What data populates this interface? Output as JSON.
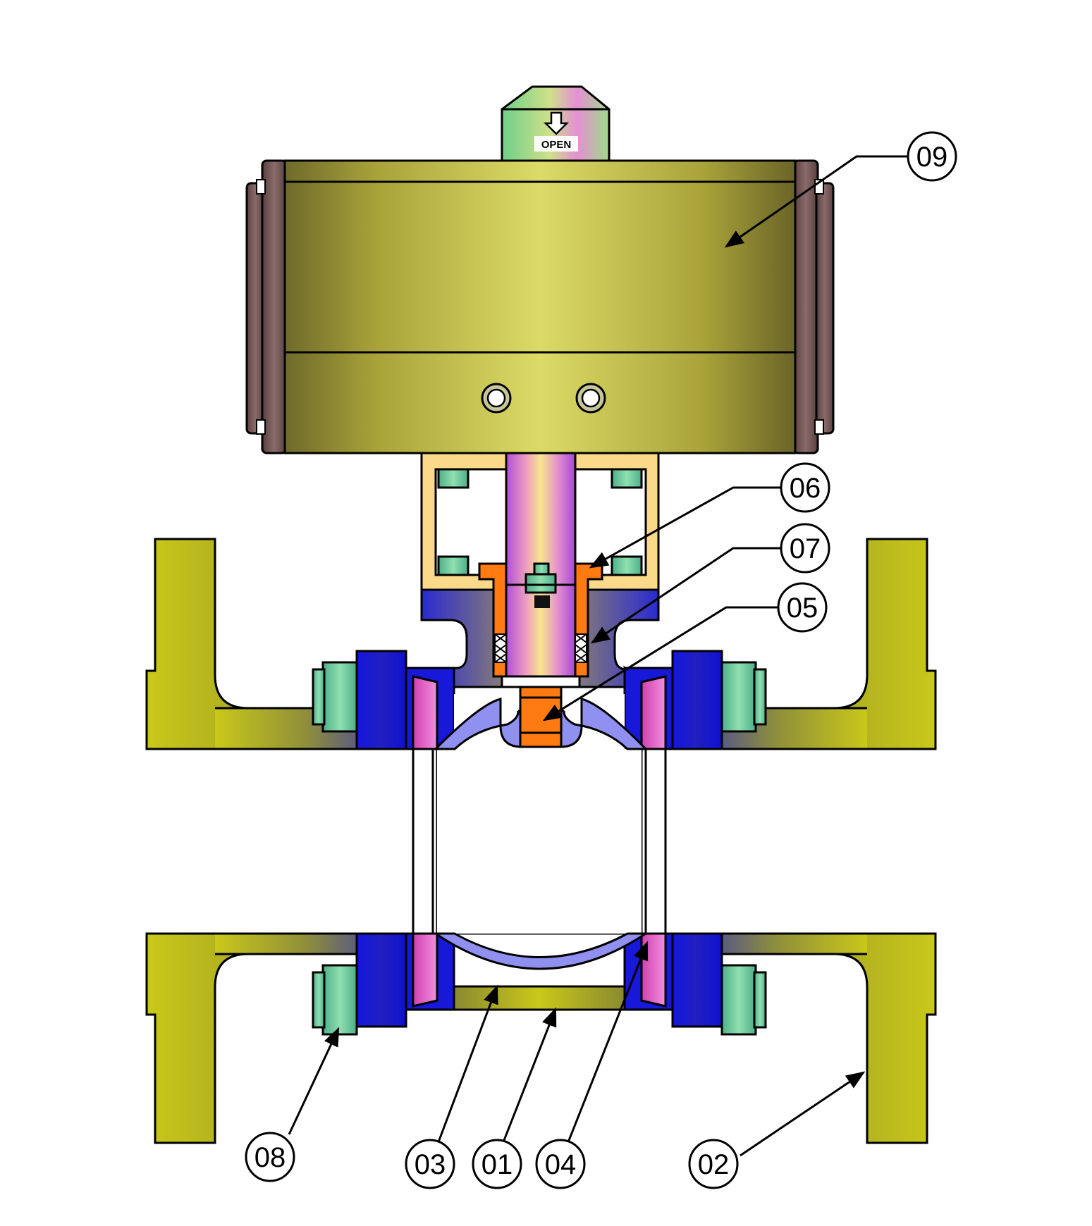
{
  "indicator": {
    "label": "OPEN"
  },
  "callouts": [
    {
      "id": "09",
      "label": "09"
    },
    {
      "id": "06",
      "label": "06"
    },
    {
      "id": "07",
      "label": "07"
    },
    {
      "id": "05",
      "label": "05"
    },
    {
      "id": "08",
      "label": "08"
    },
    {
      "id": "03",
      "label": "03"
    },
    {
      "id": "01",
      "label": "01"
    },
    {
      "id": "04",
      "label": "04"
    },
    {
      "id": "02",
      "label": "02"
    }
  ]
}
